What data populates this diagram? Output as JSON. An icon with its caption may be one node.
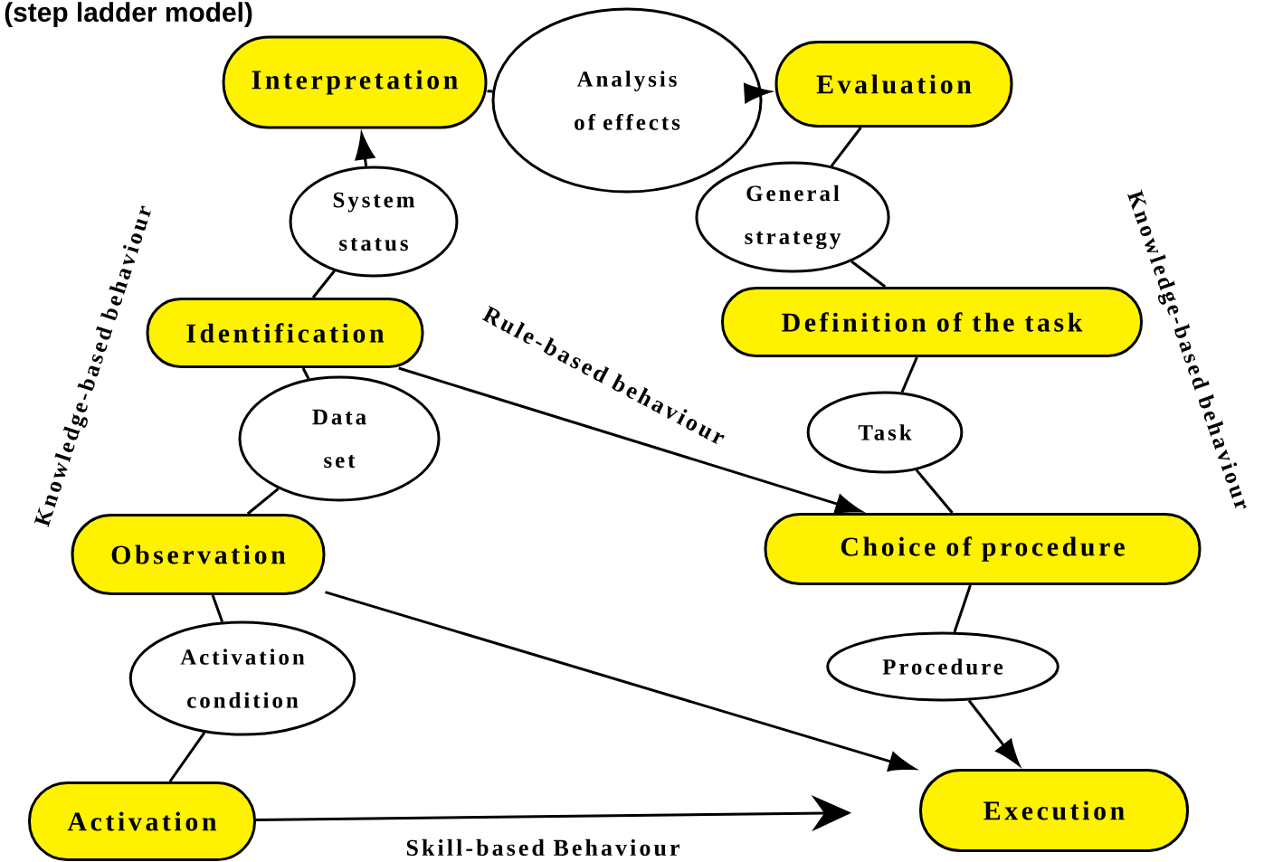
{
  "diagram": {
    "title": "(step ladder model)",
    "nodes": [
      {
        "text": [
          "Interpretation"
        ]
      },
      {
        "text": [
          "Analysis of effects"
        ]
      },
      {
        "text": [
          "Evaluation"
        ]
      },
      {
        "text": [
          "System status"
        ]
      },
      {
        "text": [
          "General strategy"
        ]
      },
      {
        "text": [
          "Identification"
        ]
      },
      {
        "text": [
          "Definition of the task"
        ]
      },
      {
        "text": [
          "Data set"
        ]
      },
      {
        "text": [
          "Task"
        ]
      },
      {
        "text": [
          "Observation"
        ]
      },
      {
        "text": [
          "Choice of procedure"
        ]
      },
      {
        "text": [
          "Activation condition"
        ]
      },
      {
        "text": [
          "Procedure"
        ]
      },
      {
        "text": [
          "Activation"
        ]
      },
      {
        "text": [
          "Execution"
        ]
      }
    ],
    "edges": [
      {
        "from": 13,
        "to": 11,
        "arrow": "none"
      },
      {
        "from": 11,
        "to": 9,
        "arrow": "none"
      },
      {
        "from": 9,
        "to": 7,
        "arrow": "none"
      },
      {
        "from": 7,
        "to": 5,
        "arrow": "none"
      },
      {
        "from": 5,
        "to": 3,
        "arrow": "none"
      },
      {
        "from": 3,
        "to": 0,
        "arrow": "to"
      },
      {
        "from": 0,
        "to": 1,
        "arrow": "none"
      },
      {
        "from": 1,
        "to": 2,
        "arrow": "to"
      },
      {
        "from": 2,
        "to": 4,
        "arrow": "none"
      },
      {
        "from": 4,
        "to": 6,
        "arrow": "none"
      },
      {
        "from": 6,
        "to": 8,
        "arrow": "none"
      },
      {
        "from": 8,
        "to": 10,
        "arrow": "none"
      },
      {
        "from": 10,
        "to": 12,
        "arrow": "none"
      },
      {
        "from": 12,
        "to": 14,
        "arrow": "to"
      },
      {
        "from": 5,
        "to": 10,
        "arrow": "to",
        "label": "Rule-based behaviour"
      },
      {
        "from": 9,
        "to": 14,
        "arrow": "to"
      },
      {
        "from": 13,
        "to": 14,
        "arrow": "to",
        "label": "Skill-based Behaviour"
      }
    ],
    "labels": [
      "Knowledge-based behaviour",
      "Knowledge-based behaviour"
    ]
  }
}
